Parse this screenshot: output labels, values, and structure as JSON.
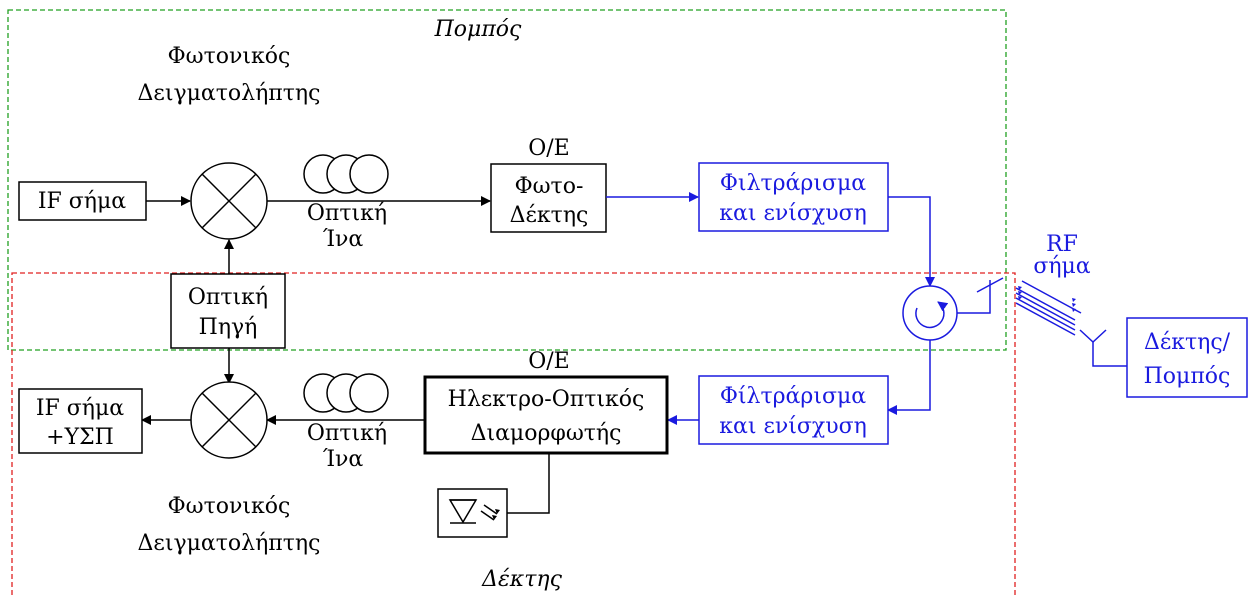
{
  "regions": {
    "transmitter": {
      "label": "Πομπός",
      "color": "#22a022"
    },
    "receiver": {
      "label": "Δέκτης",
      "color": "#e02020"
    }
  },
  "transmitter_chain": {
    "if_signal": "IF σήμα",
    "sampler_label_line1": "Φωτονικός",
    "sampler_label_line2": "Δειγματολήπτης",
    "fiber_line1": "Οπτική",
    "fiber_line2": "Ίνα",
    "oe_label": "O/E",
    "photodetector_line1": "Φωτο-",
    "photodetector_line2": "Δέκτης",
    "filter_line1": "Φιλτράρισμα",
    "filter_line2": "και ενίσχυση"
  },
  "shared": {
    "optical_source_line1": "Οπτική",
    "optical_source_line2": "Πηγή",
    "rf_signal_line1": "RF",
    "rf_signal_line2": "σήμα",
    "remote_line1": "Δέκτης/",
    "remote_line2": "Πομπός"
  },
  "receiver_chain": {
    "if_out_line1": "IF σήμα",
    "if_out_line2": "+ΥΣΠ",
    "sampler_label_line1": "Φωτονικός",
    "sampler_label_line2": "Δειγματολήπτης",
    "fiber_line1": "Οπτική",
    "fiber_line2": "Ίνα",
    "oe_label": "O/E",
    "modulator_line1": "Ηλεκτρο-Οπτικός",
    "modulator_line2": "Διαμορφωτής",
    "filter_line1": "Φίλτράρισμα",
    "filter_line2": "και ενίσχυση"
  },
  "colors": {
    "accent_blue": "#1a1adf",
    "black": "#000000"
  }
}
